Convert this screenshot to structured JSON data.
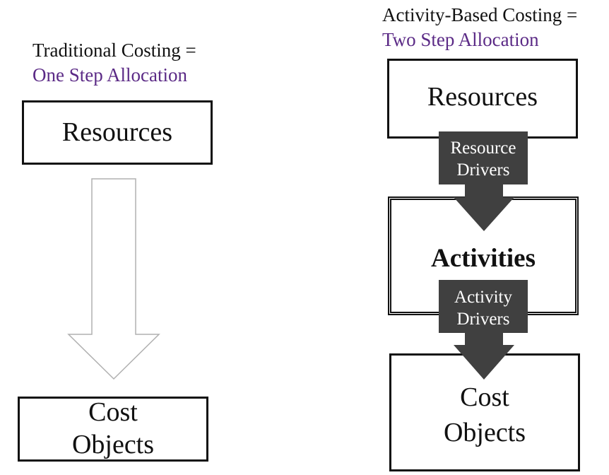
{
  "traditional": {
    "heading": "Traditional Costing =",
    "subheading": "One Step Allocation",
    "resources_label": "Resources",
    "cost_objects_label": "Cost\nObjects"
  },
  "abc": {
    "heading": "Activity-Based Costing =",
    "subheading": "Two Step Allocation",
    "resources_label": "Resources",
    "resource_drivers_label": "Resource\nDrivers",
    "activities_label": "Activities",
    "activity_drivers_label": "Activity\nDrivers",
    "cost_objects_label": "Cost\nObjects"
  },
  "colors": {
    "subheading_accent": "#5b2a86",
    "driver_arrow_fill": "#404040",
    "hollow_arrow_stroke": "#b0b0b0",
    "box_border": "#111111"
  }
}
